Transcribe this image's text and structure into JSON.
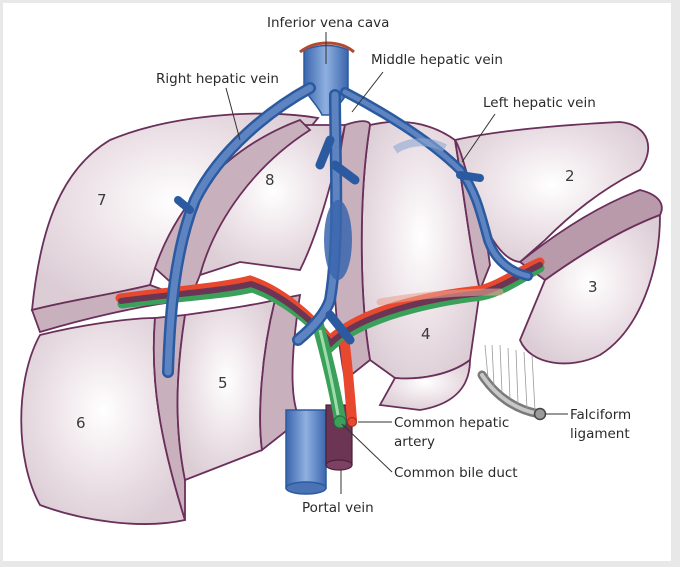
{
  "figure": {
    "title": "Liver segments with hepatic veins and portal triad",
    "colors": {
      "liver_surface": "#eadfe4",
      "liver_outline": "#6a2f5a",
      "hepatic_vein": "#4f76b8",
      "portal_vein": "#6b3553",
      "artery": "#e8492e",
      "bile_duct": "#3aa05a",
      "ligament": "#8c8c8c"
    },
    "labels": {
      "inferior_vena_cava": "Inferior vena cava",
      "middle_hepatic_vein": "Middle hepatic vein",
      "right_hepatic_vein": "Right hepatic vein",
      "left_hepatic_vein": "Left hepatic vein",
      "common_hepatic_artery_line1": "Common hepatic",
      "common_hepatic_artery_line2": "artery",
      "common_bile_duct": "Common bile duct",
      "portal_vein": "Portal vein",
      "falciform_line1": "Falciform",
      "falciform_line2": "ligament"
    },
    "segments": [
      "2",
      "3",
      "4",
      "5",
      "6",
      "7",
      "8"
    ]
  }
}
